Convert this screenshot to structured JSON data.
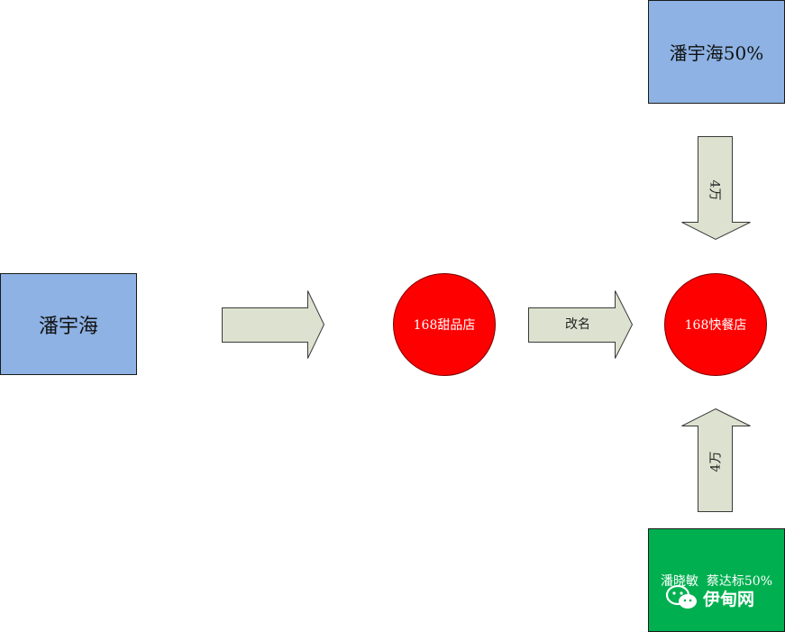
{
  "owner_box": {
    "label": "潘宇海"
  },
  "shop_original": {
    "label": "168甜品店"
  },
  "rename_arrow": {
    "label": "改名"
  },
  "shop_renamed": {
    "label": "168快餐店"
  },
  "top_investor": {
    "label": "潘宇海50%"
  },
  "top_arrow": {
    "label": "4万"
  },
  "bottom_investors": {
    "label": "潘晓敏  蔡达标50%"
  },
  "bottom_arrow": {
    "label": "4万"
  },
  "watermark": {
    "text": "伊甸网",
    "icon": "wechat-icon"
  },
  "colors": {
    "box_blue": "#8db2e3",
    "box_green": "#00b050",
    "circle_red": "#ff0000",
    "arrow_fill": "#dde2d0"
  }
}
